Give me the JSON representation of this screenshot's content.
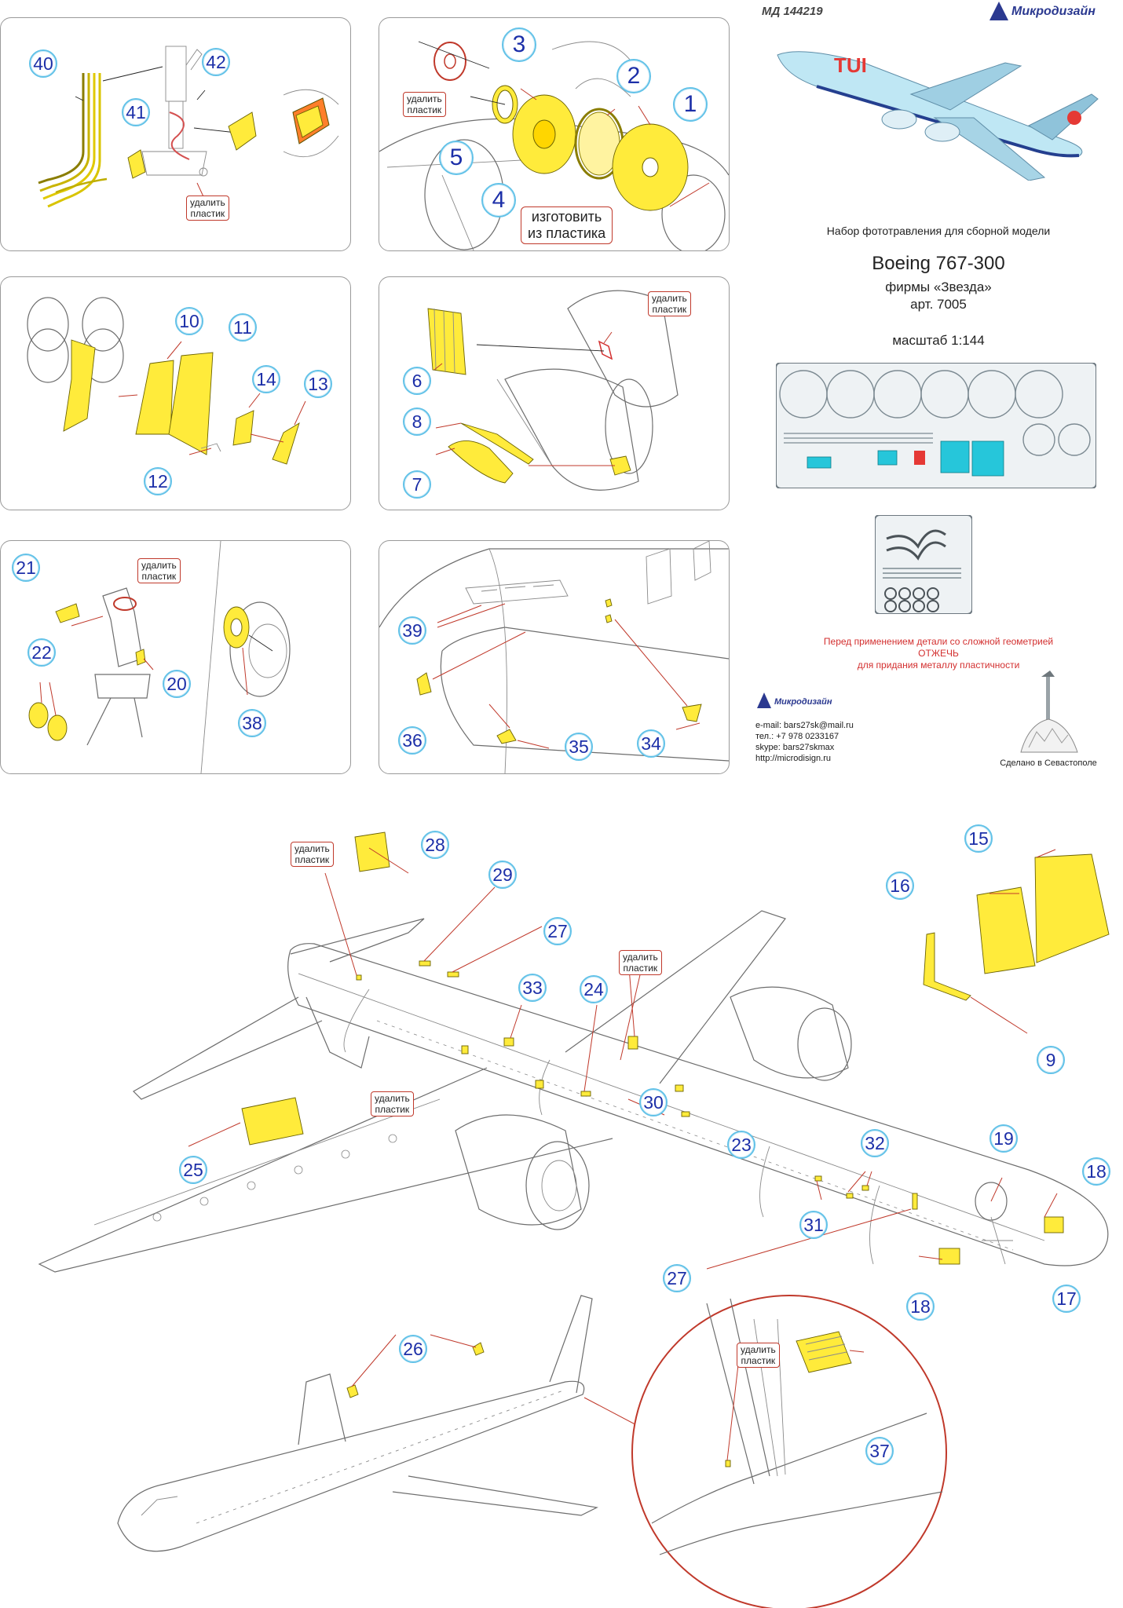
{
  "header": {
    "product_code": "МД 144219",
    "brand": "Микродизайн",
    "subtitle": "Набор фототравления для сборной модели",
    "aircraft": "Boeing 767-300",
    "manufacturer": "фирмы «Звезда»",
    "article": "арт. 7005",
    "scale": "масштаб 1:144",
    "tail_livery": "TUI"
  },
  "warning": {
    "line1": "Перед применением детали со сложной геометрией",
    "line2": "ОТЖЕЧЬ",
    "line3": "для придания металлу пластичности"
  },
  "contacts": {
    "brand": "Микродизайн",
    "email": "e-mail: bars27sk@mail.ru",
    "phone": "тел.: +7 978 0233167",
    "skype": "skype: bars27skmax",
    "site": "http://microdisign.ru",
    "made_in": "Сделано в Севастополе"
  },
  "notes": {
    "remove_plastic": "удалить пластик",
    "remove_line1": "удалить",
    "remove_line2": "пластик",
    "make_line1": "изготовить",
    "make_line2": "из пластика"
  },
  "parts": {
    "p1": "1",
    "p2": "2",
    "p3": "3",
    "p4": "4",
    "p5": "5",
    "p6": "6",
    "p7": "7",
    "p8": "8",
    "p9": "9",
    "p10": "10",
    "p11": "11",
    "p12": "12",
    "p13": "13",
    "p14": "14",
    "p15": "15",
    "p16": "16",
    "p17": "17",
    "p18": "18",
    "p19": "19",
    "p20": "20",
    "p21": "21",
    "p22": "22",
    "p23": "23",
    "p24": "24",
    "p25": "25",
    "p26": "26",
    "p27": "27",
    "p28": "28",
    "p29": "29",
    "p30": "30",
    "p31": "31",
    "p32": "32",
    "p33": "33",
    "p34": "34",
    "p35": "35",
    "p36": "36",
    "p37": "37",
    "p38": "38",
    "p39": "39",
    "p40": "40",
    "p41": "41",
    "p42": "42"
  },
  "colors": {
    "part_fill": "#ffeb3b",
    "callout_border": "#62c2e8",
    "callout_text": "#1c2fa8",
    "note_border": "#c0392b",
    "warning_text": "#d32f2f",
    "fret_accent": "#26c6da"
  }
}
